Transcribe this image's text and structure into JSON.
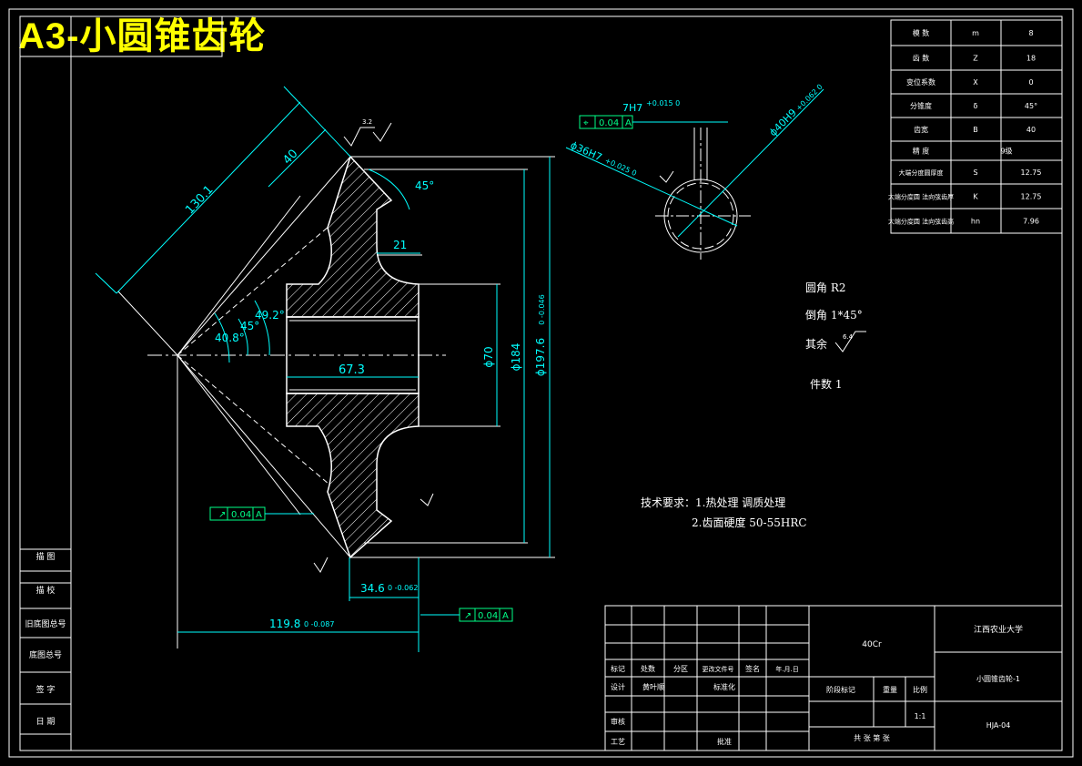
{
  "title": "A3-小圆锥齿轮",
  "dims": {
    "d130": "130.1",
    "d40": "40",
    "ang45_top": "45°",
    "d21": "21",
    "d67": "67.3",
    "phi70": "ϕ70",
    "phi184": "ϕ184",
    "phi197": "ϕ197.6",
    "phi197_tol": "0 -0.046",
    "ang49": "49.2°",
    "ang45": "45°",
    "ang40": "40.8°",
    "d34": "34.6",
    "d34_tol": "0 -0.062",
    "d119": "119.8",
    "d119_tol": "0 -0.087",
    "h7": "7H7",
    "h7_tol": "+0.015 0",
    "phi36": "ϕ36H7",
    "phi36_tol": "+0.025 0",
    "phi40": "ϕ40H9",
    "phi40_tol": "+0.062 0",
    "rough": "3.2",
    "rough2": "6.4"
  },
  "tolerances": {
    "sym": "0.04",
    "runout1": "0.04",
    "runout2": "0.04",
    "datum": "A"
  },
  "notes": {
    "fillet": "圆角 R2",
    "chamfer": "倒角 1*45°",
    "rest": "其余",
    "count": "件数 1",
    "tech_title": "技术要求：1.热处理 调质处理",
    "tech_2": "2.齿面硬度 50-55HRC"
  },
  "param_table": [
    {
      "name": "模  数",
      "sym": "m",
      "val": "8"
    },
    {
      "name": "齿  数",
      "sym": "Z",
      "val": "18"
    },
    {
      "name": "变位系数",
      "sym": "X",
      "val": "0"
    },
    {
      "name": "分锥度",
      "sym": "δ",
      "val": "45°"
    },
    {
      "name": "齿宽",
      "sym": "B",
      "val": "40"
    },
    {
      "name": "精  度",
      "sym": "",
      "val": "9级"
    },
    {
      "name": "大端分度圆厚度",
      "sym": "S",
      "val": "12.75"
    },
    {
      "name": "大端分度圆 法向弦齿厚",
      "sym": "K",
      "val": "12.75"
    },
    {
      "name": "大端分度圆 法向弦齿高",
      "sym": "hn",
      "val": "7.96"
    }
  ],
  "side_labels": [
    "描  图",
    "描  校",
    "旧底图总号",
    "底图总号",
    "签  字",
    "日  期"
  ],
  "title_block": {
    "material": "40Cr",
    "school": "江西农业大学",
    "part_name": "小圆锥齿轮-1",
    "drawing_no": "HJA-04",
    "scale_label": "比例",
    "scale": "1:1",
    "stage": "阶段标记",
    "weight": "重量",
    "sheets": "共  张  第  张",
    "h_mark": "标记",
    "h_count": "处数",
    "h_zone": "分区",
    "h_doc": "更改文件号",
    "h_sign": "签名",
    "h_date": "年.月.日",
    "design": "设计",
    "designer": "黄叶顺",
    "std": "标准化",
    "review": "审核",
    "craft": "工艺",
    "approve": "批准"
  }
}
